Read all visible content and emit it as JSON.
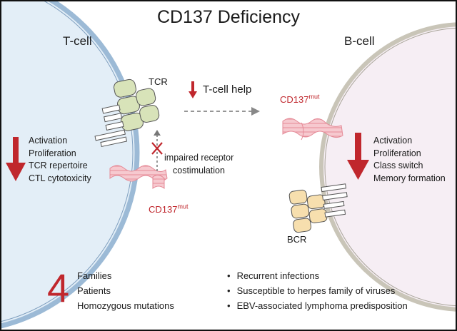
{
  "title": "CD137 Deficiency",
  "t_cell": {
    "header": "T-cell",
    "receptor_label": "TCR",
    "effects": [
      "Activation",
      "Proliferation",
      "TCR repertoire",
      "CTL cytotoxicity"
    ],
    "mutant_label": "CD137",
    "mutant_sup": "mut"
  },
  "middle": {
    "help_label": "T-cell help",
    "impaired_label": [
      "impaired receptor",
      "costimulation"
    ]
  },
  "b_cell": {
    "header": "B-cell",
    "mutant_label": "CD137",
    "mutant_sup": "mut",
    "effects": [
      "Activation",
      "Proliferation",
      "Class switch",
      "Memory formation"
    ],
    "receptor_label": "BCR"
  },
  "summary": {
    "count": "4",
    "items": [
      "Families",
      "Patients",
      "Homozygous mutations"
    ],
    "clinical": [
      "Recurrent infections",
      "Susceptible to herpes family of viruses",
      "EBV-associated lymphoma predisposition"
    ]
  },
  "colors": {
    "accent_red": "#c0272d",
    "t_cell_fill": "#e3eef7",
    "t_cell_membrane": "#9cbad6",
    "b_cell_fill": "#f6eef4",
    "b_cell_membrane": "#c9c5b8",
    "tcr_green": "#d8e3b9",
    "bcr_yellow": "#f7dfae",
    "cd137_pink": "#f6c9cf"
  }
}
